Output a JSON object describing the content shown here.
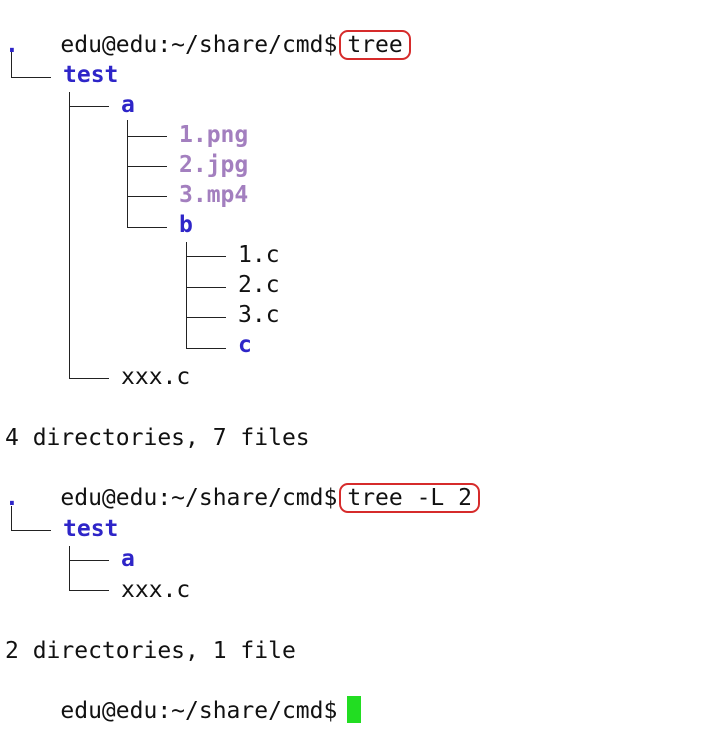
{
  "terminal": {
    "prompt": "edu@edu:~/share/cmd$",
    "colors": {
      "directory": "#2e25c8",
      "media_file": "#a37fbf",
      "regular_file": "#111111",
      "highlight_circle": "#d62b2b",
      "cursor": "#22dd22"
    },
    "session1": {
      "command": "tree",
      "root": ".",
      "dir_test": "test",
      "dir_a": "a",
      "file_1png": "1.png",
      "file_2jpg": "2.jpg",
      "file_3mp4": "3.mp4",
      "dir_b": "b",
      "file_1c": "1.c",
      "file_2c": "2.c",
      "file_3c": "3.c",
      "dir_c": "c",
      "file_xxxc": "xxx.c",
      "summary": "4 directories, 7 files"
    },
    "session2": {
      "command": "tree -L 2",
      "root": ".",
      "dir_test": "test",
      "dir_a": "a",
      "file_xxxc": "xxx.c",
      "summary": "2 directories, 1 file"
    }
  }
}
